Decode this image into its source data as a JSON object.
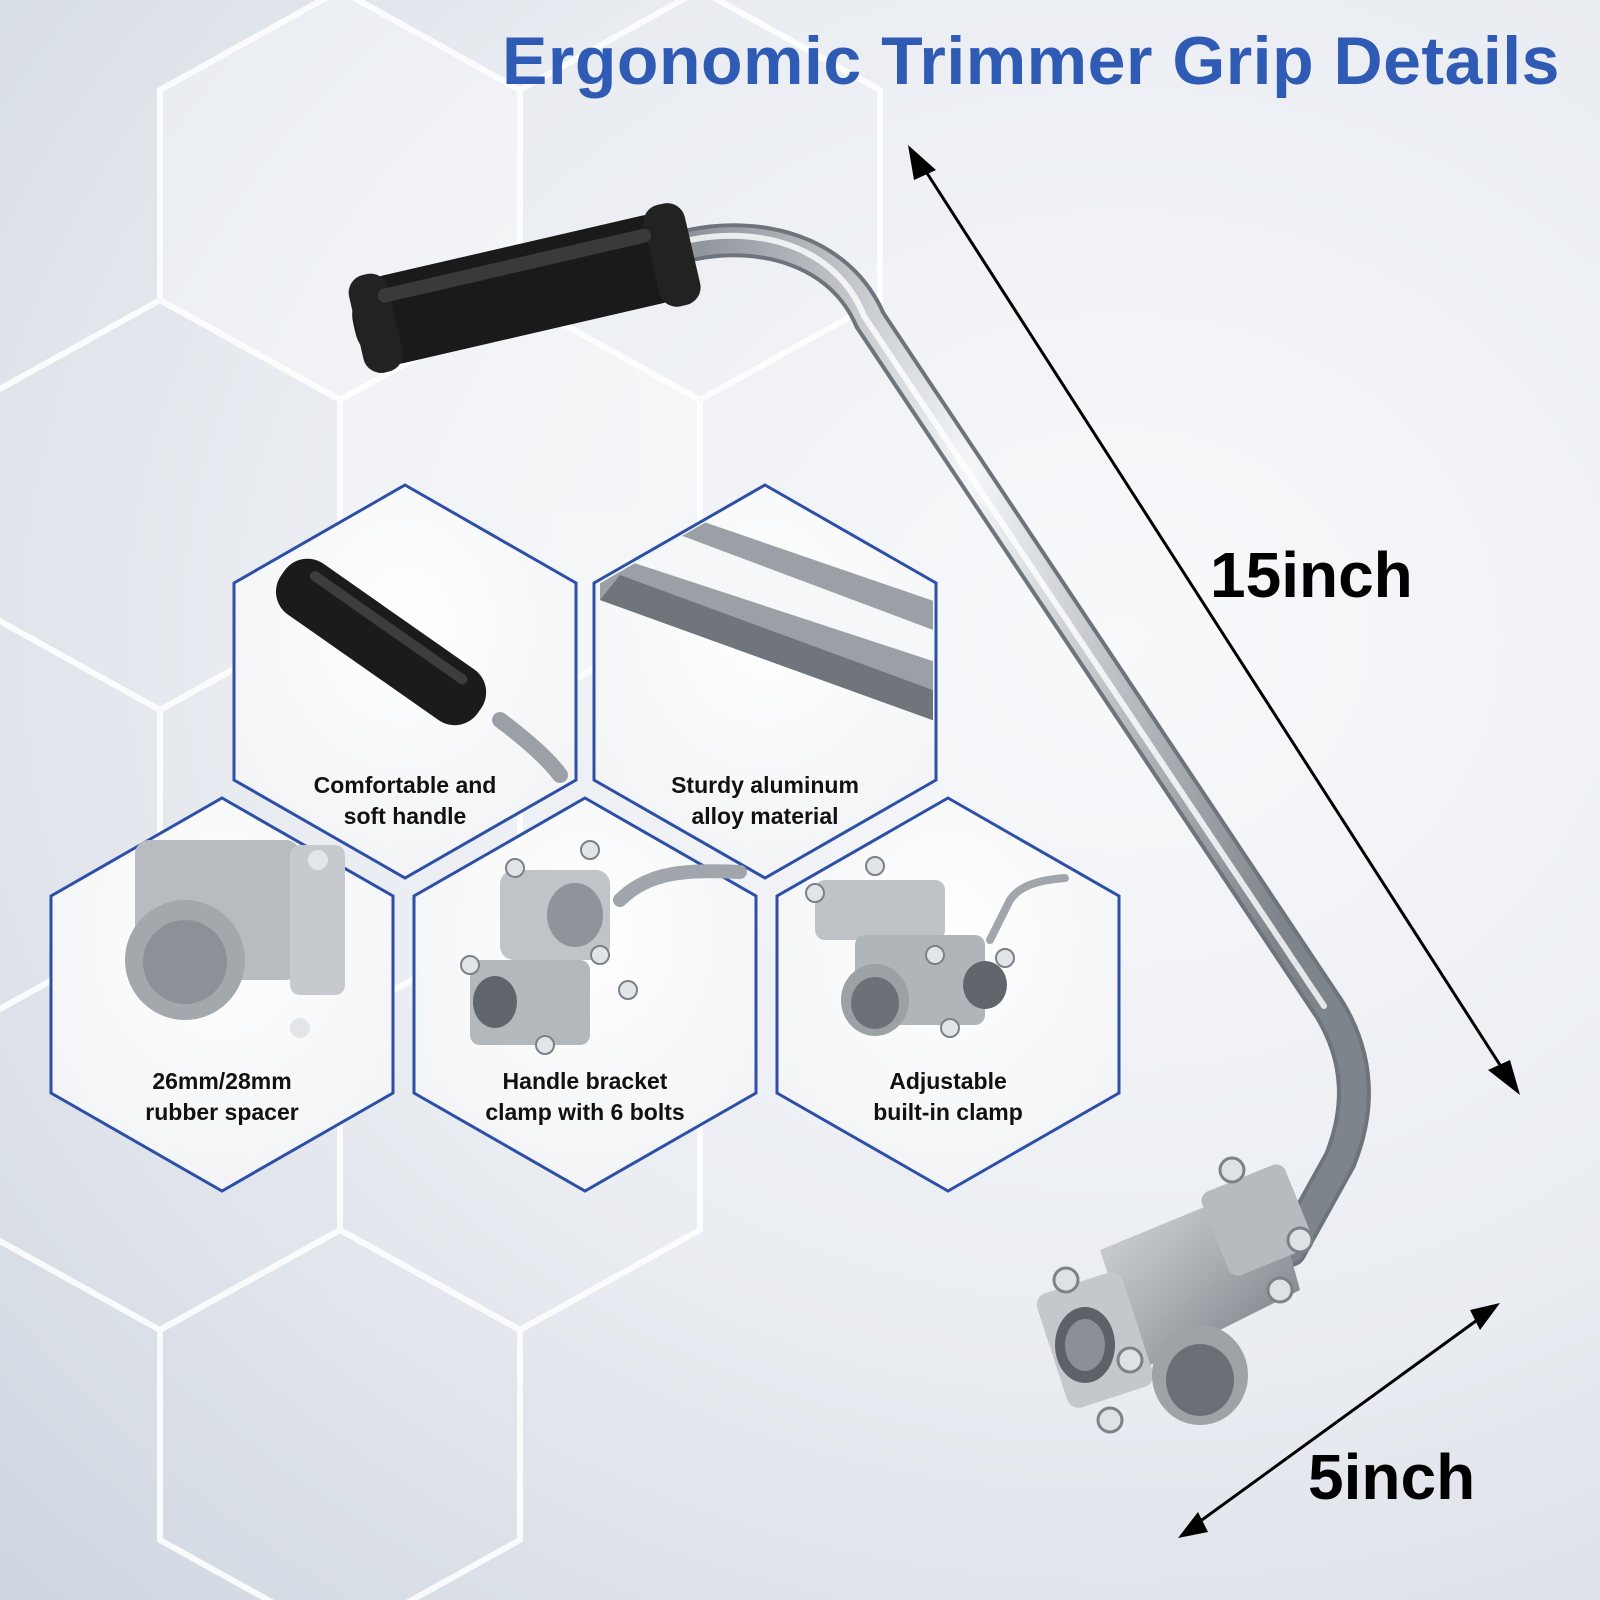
{
  "title": "Ergonomic Trimmer Grip Details",
  "colors": {
    "title": "#2f5bb5",
    "hex_border": "#2d4fa8",
    "hex_fill": "#ffffff",
    "grip": "#1b1b1b",
    "metal": "#c9ced4",
    "arrow": "#000000"
  },
  "dimensions": {
    "length": "15inch",
    "width": "5inch"
  },
  "features": [
    {
      "label": "Comfortable and soft handle",
      "line1": "Comfortable and",
      "line2": "soft handle"
    },
    {
      "label": "Sturdy aluminum alloy material",
      "line1": "Sturdy aluminum",
      "line2": "alloy material"
    },
    {
      "label": "26mm/28mm rubber spacer",
      "line1": "26mm/28mm",
      "line2": "rubber spacer"
    },
    {
      "label": "Handle bracket clamp with 6 bolts",
      "line1": "Handle bracket",
      "line2": "clamp with 6 bolts"
    },
    {
      "label": "Adjustable built-in clamp",
      "line1": "Adjustable",
      "line2": "built-in clamp"
    }
  ]
}
